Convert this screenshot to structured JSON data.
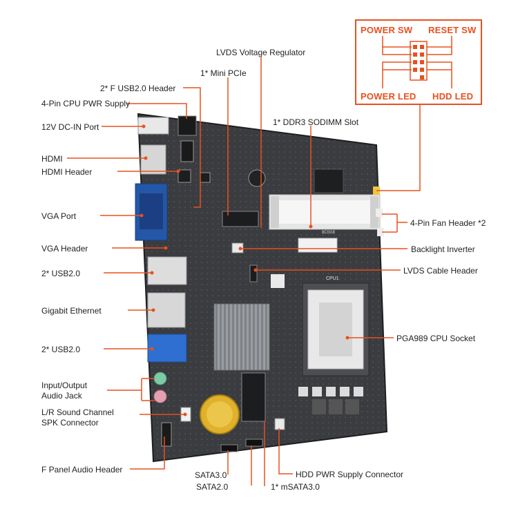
{
  "accent": "#e8501e",
  "inset": {
    "power_sw": "POWER SW",
    "reset_sw": "RESET SW",
    "power_led": "POWER LED",
    "hdd_led": "HDD LED"
  },
  "labels": {
    "lvds_voltage_regulator": "LVDS Voltage Regulator",
    "mini_pcie": "1* Mini PCIe",
    "f_usb_header": "2* F USB2.0 Header",
    "cpu_pwr_supply": "4-Pin CPU PWR Supply",
    "dc_in_port": "12V DC-IN Port",
    "hdmi": "HDMI",
    "hdmi_header": "HDMI Header",
    "vga_port": "VGA Port",
    "vga_header": "VGA Header",
    "usb_upper": "2* USB2.0",
    "gigabit_ethernet": "Gigabit Ethernet",
    "usb_lower": "2* USB2.0",
    "audio_jack_1": "Input/Output",
    "audio_jack_2": "Audio Jack",
    "spk_1": "L/R Sound Channel",
    "spk_2": "SPK Connector",
    "f_panel_audio": "F Panel Audio Header",
    "sodimm": "1* DDR3 SODIMM Slot",
    "fan_header": "4-Pin Fan Header *2",
    "backlight_inverter": "Backlight Inverter",
    "lvds_cable_header": "LVDS Cable Header",
    "cpu_socket": "PGA989 CPU Socket",
    "sata30": "SATA3.0",
    "sata20": "SATA2.0",
    "msata": "1* mSATA3.0",
    "hdd_pwr": "HDD PWR Supply Connector"
  },
  "board_marks": {
    "sodimm_code": "8C0G8",
    "cpu_silk": "CPU1"
  }
}
